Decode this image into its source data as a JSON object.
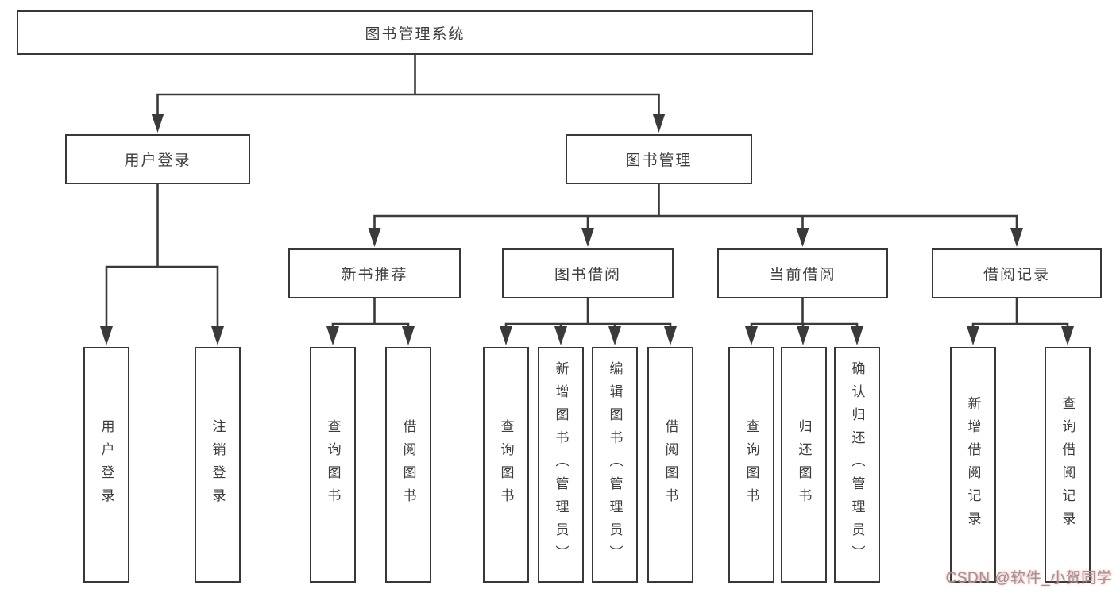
{
  "diagram": {
    "root": {
      "label": "图书管理系统"
    },
    "level2": [
      {
        "label": "用户登录"
      },
      {
        "label": "图书管理"
      }
    ],
    "level3": [
      {
        "label": "新书推荐"
      },
      {
        "label": "图书借阅"
      },
      {
        "label": "当前借阅"
      },
      {
        "label": "借阅记录"
      }
    ],
    "leaves": [
      {
        "label": "用户登录"
      },
      {
        "label": "注销登录"
      },
      {
        "label": "查询图书"
      },
      {
        "label": "借阅图书"
      },
      {
        "label": "查询图书"
      },
      {
        "label": "新增图书（管理员）"
      },
      {
        "label": "编辑图书（管理员）"
      },
      {
        "label": "借阅图书"
      },
      {
        "label": "查询图书"
      },
      {
        "label": "归还图书"
      },
      {
        "label": "确认归还（管理员）"
      },
      {
        "label": "新增借阅记录"
      },
      {
        "label": "查询借阅记录"
      }
    ]
  },
  "watermark": {
    "text": "CSDN @软件_小贺同学"
  },
  "colors": {
    "background": "#ffffff",
    "line": "#3a3a3a",
    "box_border": "#383838",
    "text": "#3d3d3d",
    "watermark_gray": "#9e9595",
    "watermark_pink": "#e8949e"
  }
}
